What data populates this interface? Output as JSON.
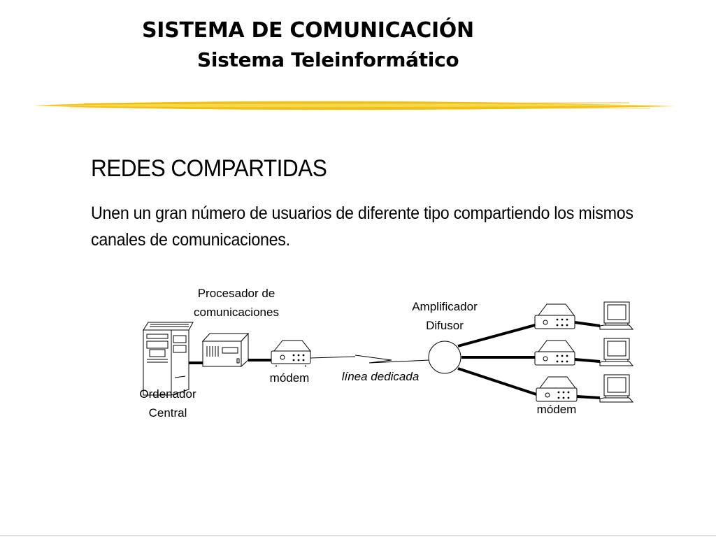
{
  "header": {
    "title_line1": "SISTEMA DE COMUNICACIÓN",
    "title_line2": "Sistema Teleinformático"
  },
  "content": {
    "heading": "REDES COMPARTIDAS",
    "description": "Unen un gran número de usuarios de diferente tipo compartiendo los mismos canales de comunicaciones."
  },
  "diagram": {
    "labels": {
      "processor_line1": "Procesador de",
      "processor_line2": "comunicaciones",
      "computer_line1": "Ordenador",
      "computer_line2": "Central",
      "modem_left": "módem",
      "line": "línea dedicada",
      "amplifier_line1": "Amplificador",
      "amplifier_line2": "Difusor",
      "modem_right": "módem"
    }
  },
  "colors": {
    "highlight_bar": "#f2c314",
    "highlight_bar_light": "#f7dc5a",
    "ink": "#000000"
  }
}
